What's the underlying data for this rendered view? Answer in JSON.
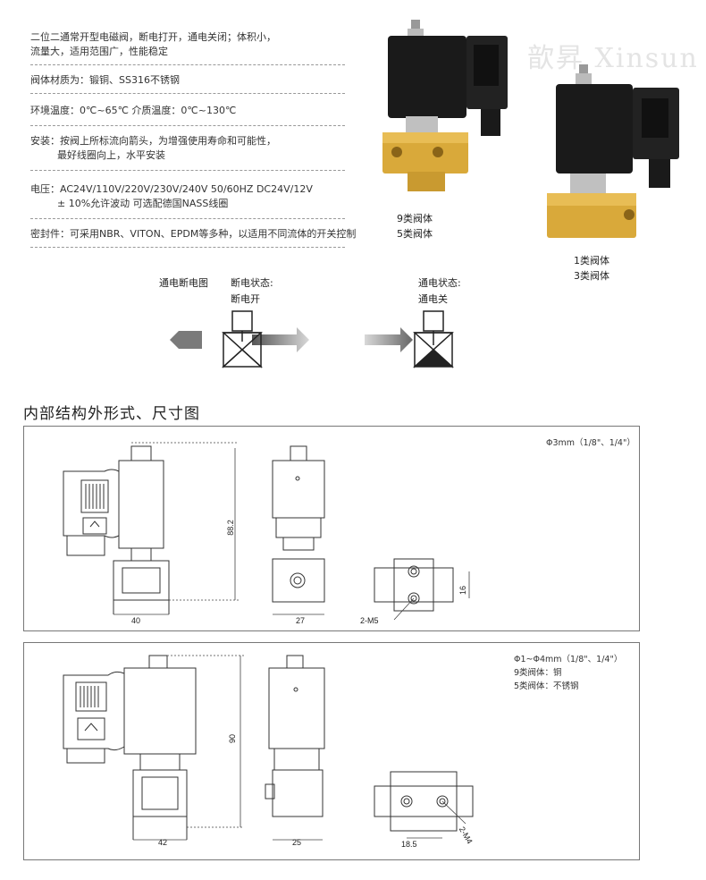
{
  "specs": {
    "line1a": "二位二通常开型电磁阀，断电打开，通电关闭；体积小，",
    "line1b": "流量大，适用范围广，性能稳定",
    "line2": "阀体材质为：锻铜、SS316不锈钢",
    "line3": "环境温度：0℃~65℃    介质温度：0℃~130℃",
    "line4a": "安装：按阀上所标流向箭头，为增强使用寿命和可能性，",
    "line4b": "最好线圈向上，水平安装",
    "line5a": "电压：AC24V/110V/220V/230V/240V  50/60HZ  DC24V/12V",
    "line5b": "± 10%允许波动    可选配德国NASS线圈",
    "line6": "密封件：可采用NBR、VITON、EPDM等多种，以适用不同流体的开关控制"
  },
  "product_photos": {
    "caption_left_1": "9类阀体",
    "caption_left_2": "5类阀体",
    "caption_right_1": "1类阀体",
    "caption_right_2": "3类阀体",
    "watermark": "歆昇 Xinsun"
  },
  "flow_diagram": {
    "title": "通电断电图",
    "state_off_title": "断电状态:",
    "state_off_value": "断电开",
    "state_on_title": "通电状态:",
    "state_on_value": "通电关"
  },
  "section_title": "内部结构外形式、尺寸图",
  "drawing1": {
    "note": "Φ3mm（1/8\"、1/4\"）",
    "dim_height": "88.2",
    "dim_width_front": "40",
    "dim_width_side": "27",
    "dim_port": "16",
    "dim_thread": "2-M5"
  },
  "drawing2": {
    "note1": "Φ1~Φ4mm（1/8\"、1/4\"）",
    "note2": "9类阀体：铜",
    "note3": "5类阀体：不锈钢",
    "dim_height": "90",
    "dim_width_front": "42",
    "dim_width_side": "25",
    "dim_port": "18.5",
    "dim_thread": "2-M4"
  },
  "colors": {
    "coil": "#1a1a1a",
    "brass": "#d9a93a",
    "arrow_grey": "#8c8c8c",
    "line": "#444444"
  }
}
